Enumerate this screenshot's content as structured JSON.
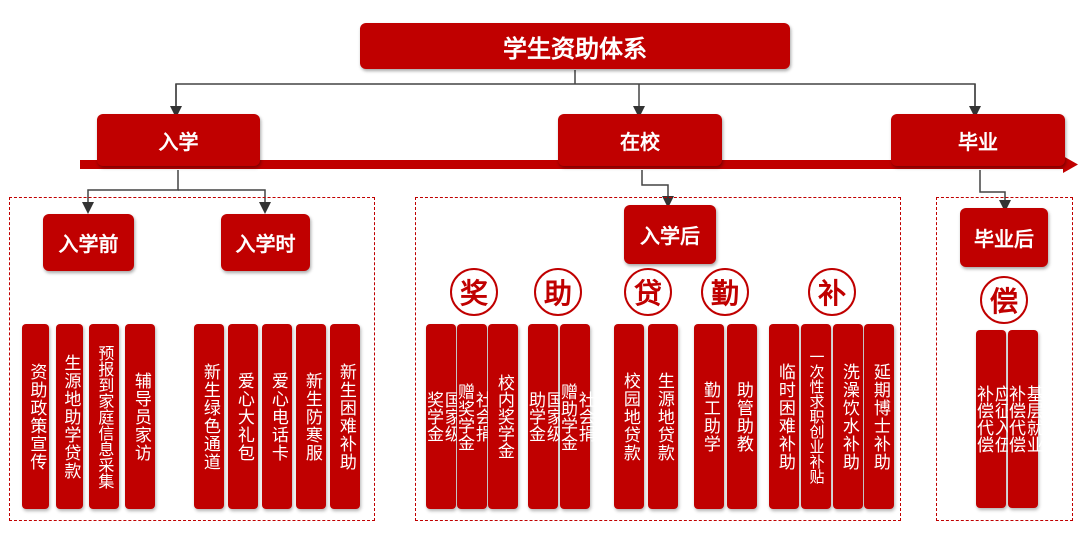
{
  "title": "学生资助体系",
  "stages": {
    "enroll": "入学",
    "school": "在校",
    "graduate": "毕业"
  },
  "subs": {
    "before": "入学前",
    "during": "入学时",
    "after": "入学后",
    "after_grad": "毕业后"
  },
  "categories": {
    "jiang": "奖",
    "zhu": "助",
    "dai": "贷",
    "qin": "勤",
    "bu": "补",
    "chang": "偿"
  },
  "items": {
    "before": [
      {
        "lines": [
          "资助政策宣传"
        ]
      },
      {
        "lines": [
          "生源地助学贷款"
        ]
      },
      {
        "lines": [
          "预报到家庭信息采集"
        ]
      },
      {
        "lines": [
          "辅导员家访"
        ]
      }
    ],
    "during": [
      {
        "lines": [
          "新生绿色通道"
        ]
      },
      {
        "lines": [
          "爱心大礼包"
        ]
      },
      {
        "lines": [
          "爱心电话卡"
        ]
      },
      {
        "lines": [
          "新生防寒服"
        ]
      },
      {
        "lines": [
          "新生困难补助"
        ]
      }
    ],
    "jiang": [
      {
        "lines": [
          "国家级",
          "奖学金"
        ]
      },
      {
        "lines": [
          "社会捐",
          "赠奖学金"
        ]
      },
      {
        "lines": [
          "校内奖学金"
        ]
      }
    ],
    "zhu": [
      {
        "lines": [
          "国家级",
          "助学金"
        ]
      },
      {
        "lines": [
          "社会捐",
          "赠助学金"
        ]
      }
    ],
    "dai": [
      {
        "lines": [
          "校园地贷款"
        ]
      },
      {
        "lines": [
          "生源地贷款"
        ]
      }
    ],
    "qin": [
      {
        "lines": [
          "勤工助学"
        ]
      },
      {
        "lines": [
          "助管助教"
        ]
      }
    ],
    "bu": [
      {
        "lines": [
          "临时困难补助"
        ]
      },
      {
        "lines": [
          "一次性求职创业补贴"
        ]
      },
      {
        "lines": [
          "洗澡饮水补助"
        ]
      },
      {
        "lines": [
          "延期博士补助"
        ]
      }
    ],
    "chang": [
      {
        "lines": [
          "应征入伍",
          "补偿代偿"
        ]
      },
      {
        "lines": [
          "基层就业",
          "补偿代偿"
        ]
      }
    ]
  },
  "colors": {
    "red": "#c00000",
    "line": "#333333"
  }
}
